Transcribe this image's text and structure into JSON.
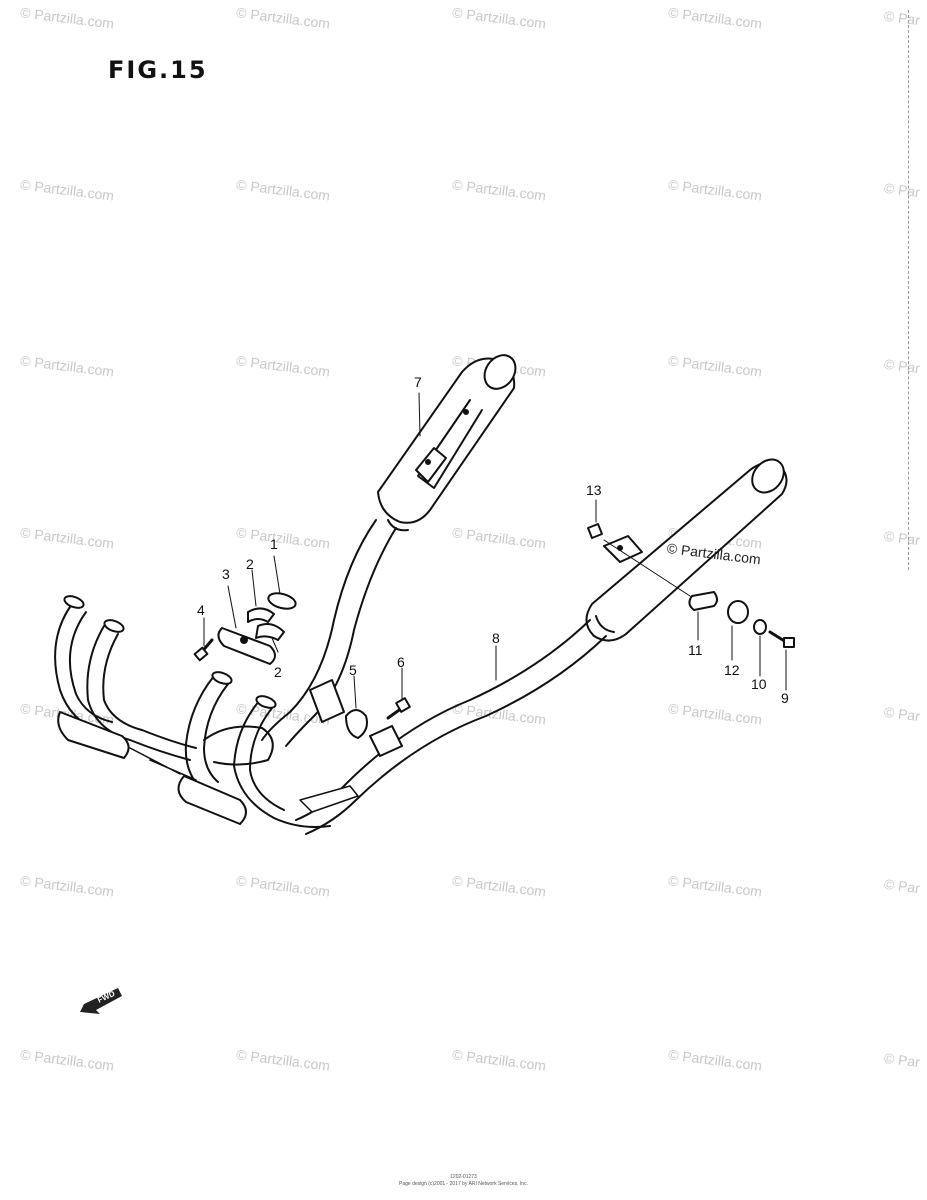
{
  "figure": {
    "title": "FIG.15",
    "fwd_badge": "FWD",
    "partzilla_label": "© Partzilla.com",
    "footer_code": "1202-01273",
    "footer_line": "Page design (c)2001 - 2017 by ARI Network Services, Inc."
  },
  "watermark": {
    "text": "© Partzilla.com",
    "truncated": "© Par",
    "color": "#c8c8c8"
  },
  "callouts": [
    {
      "id": "1",
      "label": "1"
    },
    {
      "id": "2a",
      "label": "2"
    },
    {
      "id": "2b",
      "label": "2"
    },
    {
      "id": "3",
      "label": "3"
    },
    {
      "id": "4",
      "label": "4"
    },
    {
      "id": "5",
      "label": "5"
    },
    {
      "id": "6",
      "label": "6"
    },
    {
      "id": "7",
      "label": "7"
    },
    {
      "id": "8",
      "label": "8"
    },
    {
      "id": "9",
      "label": "9"
    },
    {
      "id": "10",
      "label": "10"
    },
    {
      "id": "11",
      "label": "11"
    },
    {
      "id": "12",
      "label": "12"
    },
    {
      "id": "13",
      "label": "13"
    }
  ]
}
